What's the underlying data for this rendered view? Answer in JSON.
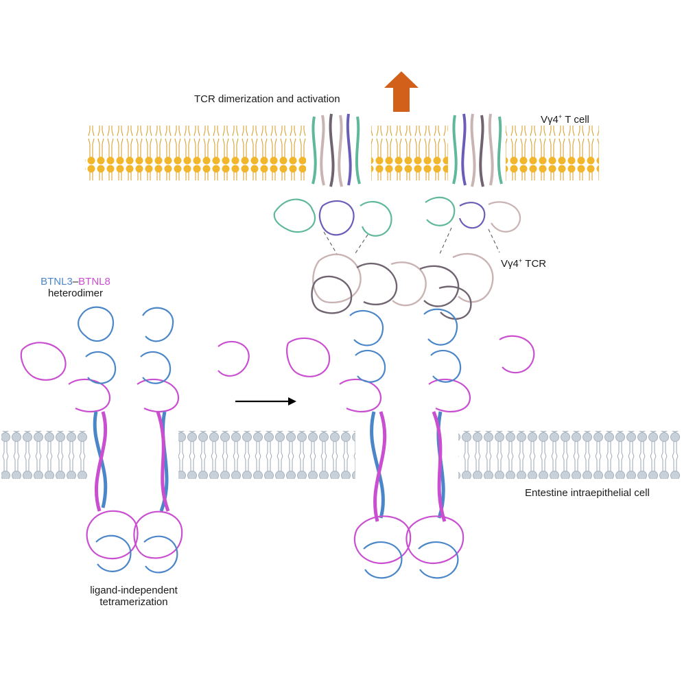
{
  "labels": {
    "tcr_activation": "TCR dimerization and activation",
    "t_cell_prefix": "Vγ4",
    "t_cell_sup": "+",
    "t_cell_suffix": " T cell",
    "tcr_prefix": "Vγ4",
    "tcr_sup": "+",
    "tcr_suffix": " TCR",
    "btnl3": "BTNL3",
    "dash": "–",
    "btnl8": "BTNL8",
    "heterodimer": "heterodimer",
    "epithelial_cell": "Entestine intraepithelial cell",
    "tetramer_line1": "ligand-independent",
    "tetramer_line2": "tetramerization"
  },
  "colors": {
    "btnl3": "#4a86c8",
    "btnl8": "#c94fd0",
    "t_cell_membrane": "#f2b62c",
    "epithelial_membrane": "#bcc6cf",
    "arrow_up": "#d2601a",
    "tcr_grey": "#6f6470",
    "tcr_light": "#c9b3b3",
    "tcr_green": "#5fb89a",
    "tcr_purple": "#6a5db8"
  }
}
